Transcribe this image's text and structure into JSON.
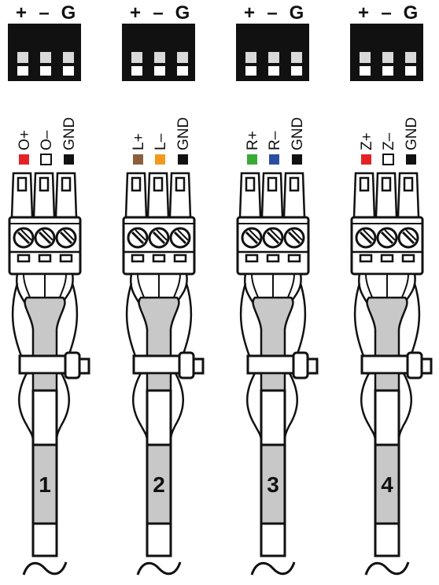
{
  "terminal_header": [
    "+",
    "–",
    "G"
  ],
  "connectors": [
    {
      "number": "1",
      "wires": [
        {
          "label": "O+",
          "color": "#e32226",
          "outline": false
        },
        {
          "label": "O–",
          "color": "#ffffff",
          "outline": true
        },
        {
          "label": "GND",
          "color": "#111111",
          "outline": false
        }
      ]
    },
    {
      "number": "2",
      "wires": [
        {
          "label": "L+",
          "color": "#8b5e3c",
          "outline": false
        },
        {
          "label": "L–",
          "color": "#f39a1e",
          "outline": false
        },
        {
          "label": "GND",
          "color": "#111111",
          "outline": false
        }
      ]
    },
    {
      "number": "3",
      "wires": [
        {
          "label": "R+",
          "color": "#3aaa35",
          "outline": false
        },
        {
          "label": "R–",
          "color": "#2a4fa2",
          "outline": false
        },
        {
          "label": "GND",
          "color": "#111111",
          "outline": false
        }
      ]
    },
    {
      "number": "4",
      "wires": [
        {
          "label": "Z+",
          "color": "#e32226",
          "outline": false
        },
        {
          "label": "Z–",
          "color": "#ffffff",
          "outline": true
        },
        {
          "label": "GND",
          "color": "#111111",
          "outline": false
        }
      ]
    }
  ],
  "colors": {
    "ink": "#111111",
    "shield": "#c8c8c8"
  }
}
